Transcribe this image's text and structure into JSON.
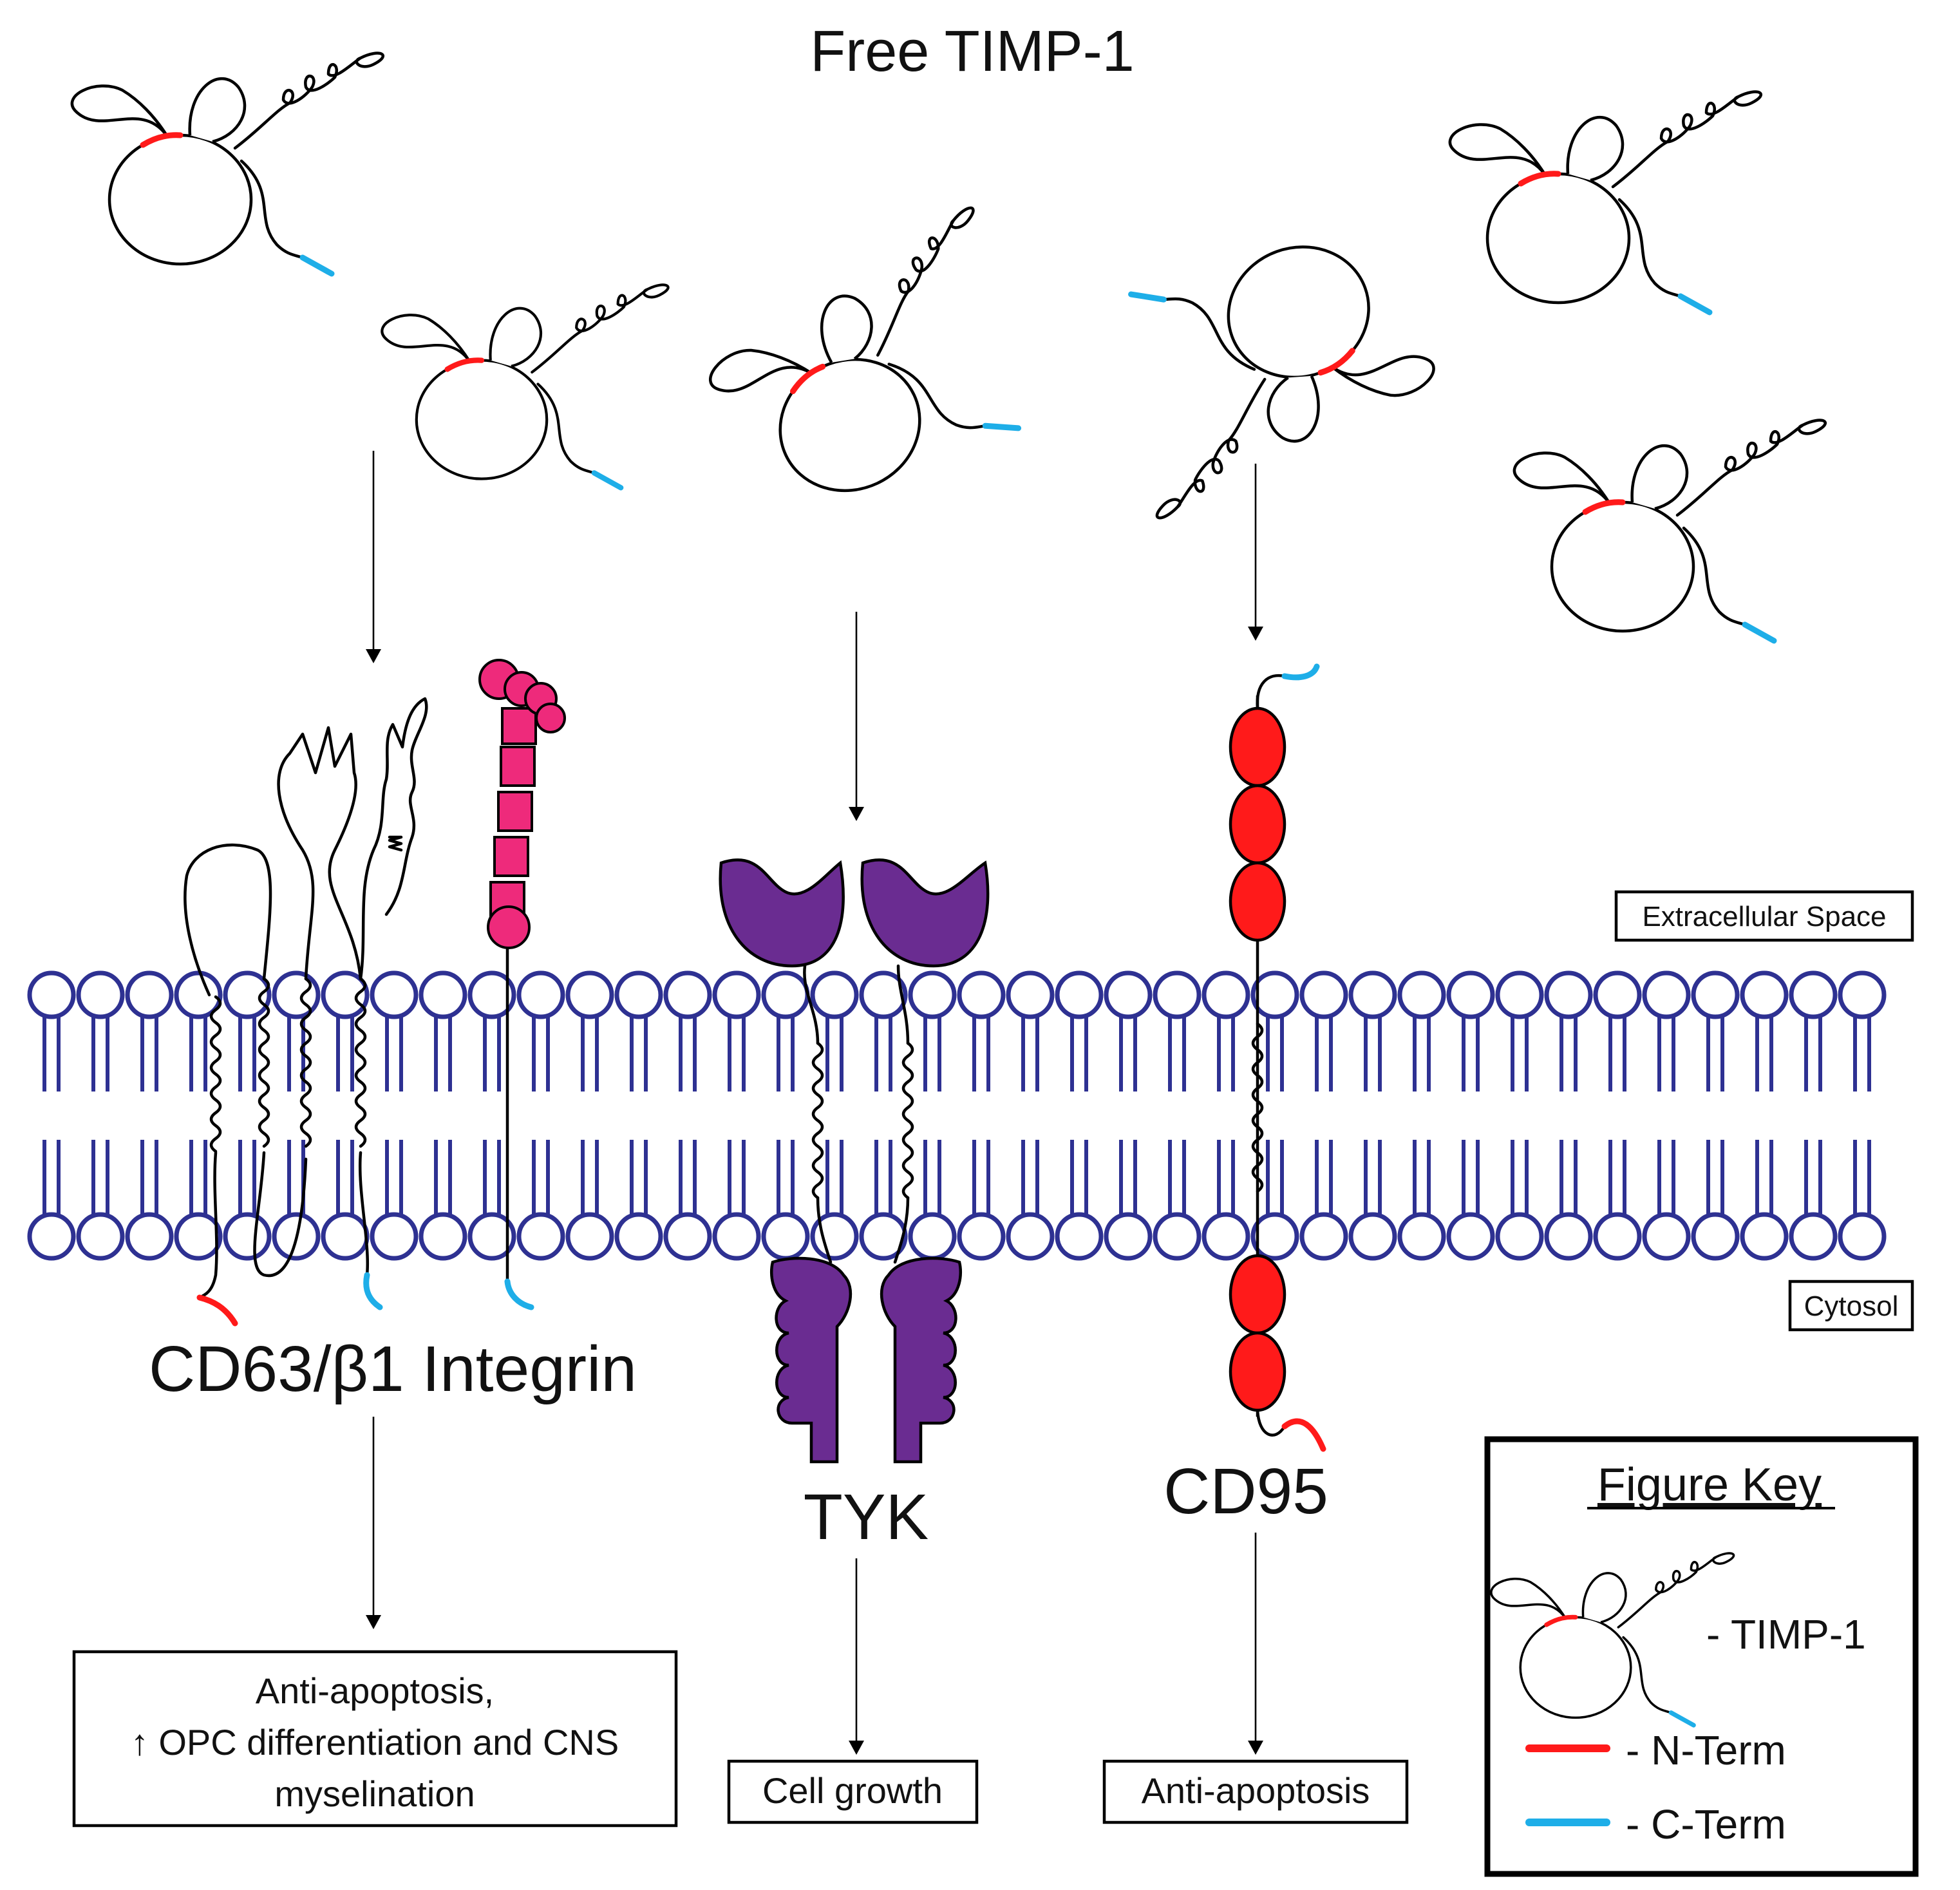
{
  "title": "Free TIMP-1",
  "regions": {
    "extracellular": "Extracellular Space",
    "cytosol": "Cytosol"
  },
  "receptors": {
    "integrin": "CD63/β1 Integrin",
    "tyk": "TYK",
    "cd95": "CD95"
  },
  "outcomes": {
    "integrin_line1": "Anti-apoptosis,",
    "integrin_line2": "↑ OPC differentiation and CNS",
    "integrin_line3": "myselination",
    "tyk": "Cell growth",
    "cd95": "Anti-apoptosis"
  },
  "key": {
    "title": "Figure Key",
    "timp": "- TIMP-1",
    "nterm": "- N-Term",
    "cterm": "- C-Term"
  },
  "colors": {
    "membrane": "#2e3192",
    "n_term": "#ff1a1a",
    "c_term": "#1eaee8",
    "integrin_beta1": "#ee2a7b",
    "tyk": "#6a2c91",
    "cd95": "#ff1a1a"
  }
}
